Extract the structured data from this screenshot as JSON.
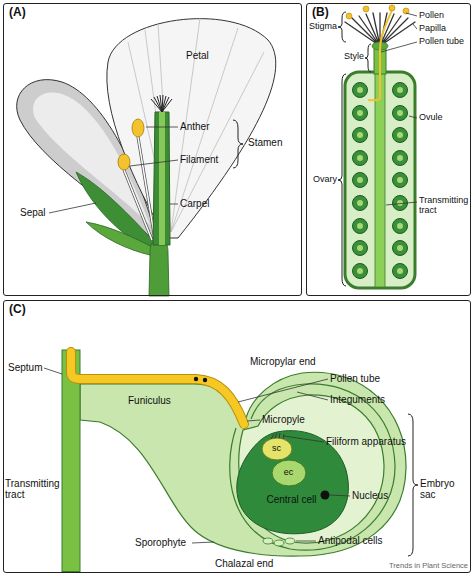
{
  "diagram": {
    "nodes": [
      {
        "text": [
          "(A)"
        ]
      },
      {
        "text": [
          "(B)"
        ]
      },
      {
        "text": [
          "(C)"
        ]
      },
      {
        "text": [
          "Central cell"
        ],
        "in": 2
      },
      {
        "text": [
          "sc"
        ],
        "in": 3
      },
      {
        "text": [
          "ec"
        ],
        "in": 3
      }
    ],
    "labels": [
      "Petal",
      "Anther",
      "Stamen",
      "Filament",
      "Carpel",
      "Sepal",
      "Stigma",
      "Style",
      "Ovary",
      "Pollen",
      "Papilla",
      "Pollen tube",
      "Ovule",
      "Transmitting tract",
      "Septum",
      "Transmitting tract",
      "Funiculus",
      "Micropylar end",
      "Pollen tube",
      "Integuments",
      "Micropyle",
      "Filiform apparatus",
      "Nucleus",
      "Embryo sac",
      "Antipodal cells",
      "Sporophyte",
      "Chalazal end",
      "Trends in Plant Science"
    ]
  }
}
